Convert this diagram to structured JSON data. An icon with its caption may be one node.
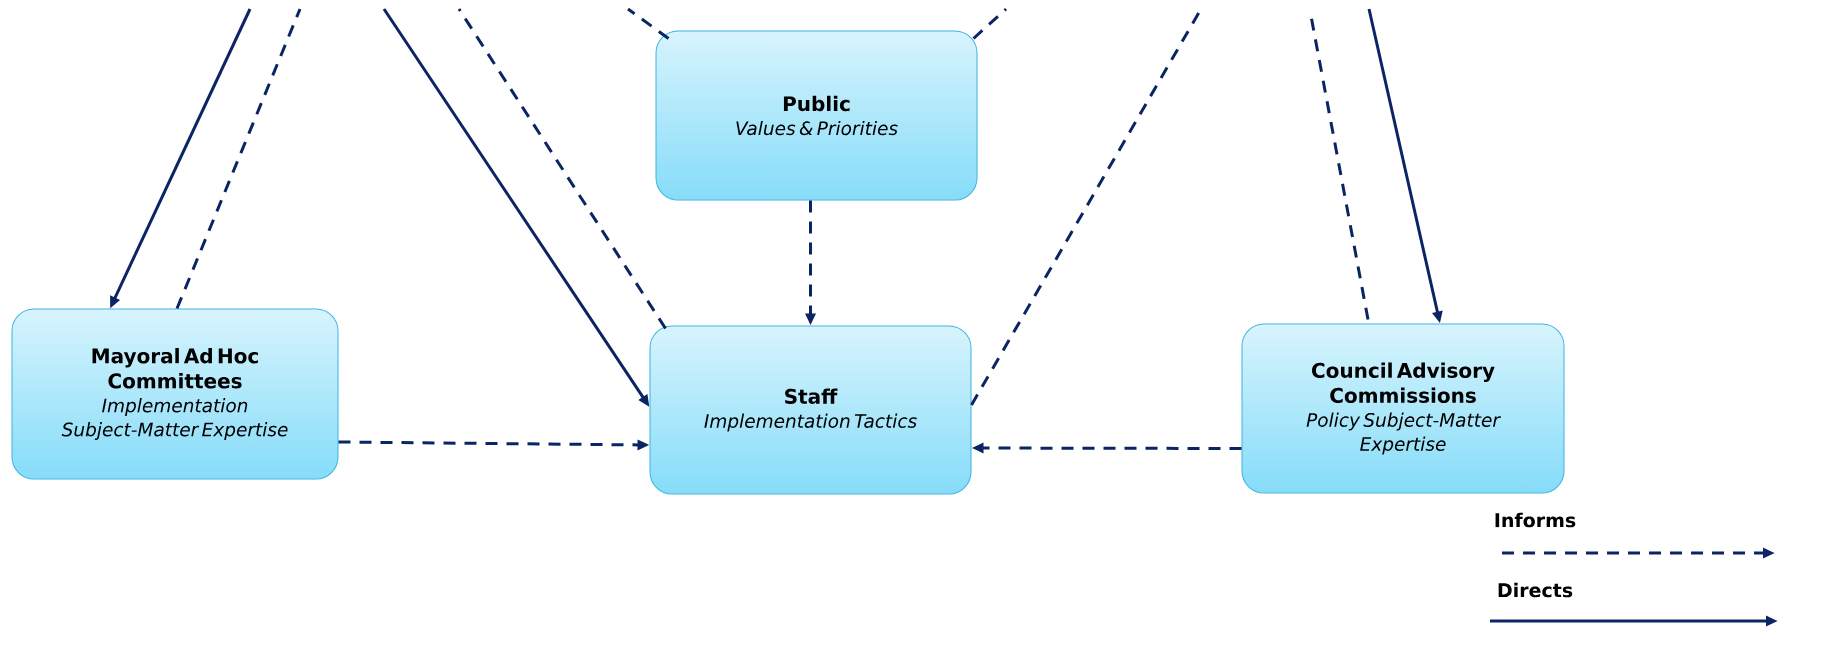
{
  "diagram": {
    "nodes": [
      {
        "text": [
          "Public",
          "Values & Priorities"
        ]
      },
      {
        "text": [
          "Mayoral Ad Hoc Committees",
          "Implementation Subject-Matter Expertise"
        ]
      },
      {
        "text": [
          "Staff",
          "Implementation Tactics"
        ]
      },
      {
        "text": [
          "Council Advisory Commissions",
          "Policy Subject-Matter Expertise"
        ]
      }
    ],
    "edges": [
      {
        "from": null,
        "to": 1,
        "arrow": "to"
      },
      {
        "from": 1,
        "to": null,
        "arrow": "none",
        "style": "dashed"
      },
      {
        "from": null,
        "to": 2,
        "arrow": "to"
      },
      {
        "from": 2,
        "to": null,
        "arrow": "none",
        "style": "dashed"
      },
      {
        "from": 0,
        "to": null,
        "arrow": "none",
        "style": "dashed"
      },
      {
        "from": 0,
        "to": null,
        "arrow": "none",
        "style": "dashed"
      },
      {
        "from": 0,
        "to": 2,
        "arrow": "to",
        "style": "dashed"
      },
      {
        "from": 2,
        "to": null,
        "arrow": "none",
        "style": "dashed"
      },
      {
        "from": 3,
        "to": null,
        "arrow": "none",
        "style": "dashed"
      },
      {
        "from": null,
        "to": 3,
        "arrow": "to"
      },
      {
        "from": 1,
        "to": 2,
        "arrow": "to",
        "style": "dashed"
      },
      {
        "from": 3,
        "to": 2,
        "arrow": "to",
        "style": "dashed"
      }
    ],
    "legend": [
      {
        "text": "Informs"
      },
      {
        "text": "Directs"
      }
    ]
  }
}
